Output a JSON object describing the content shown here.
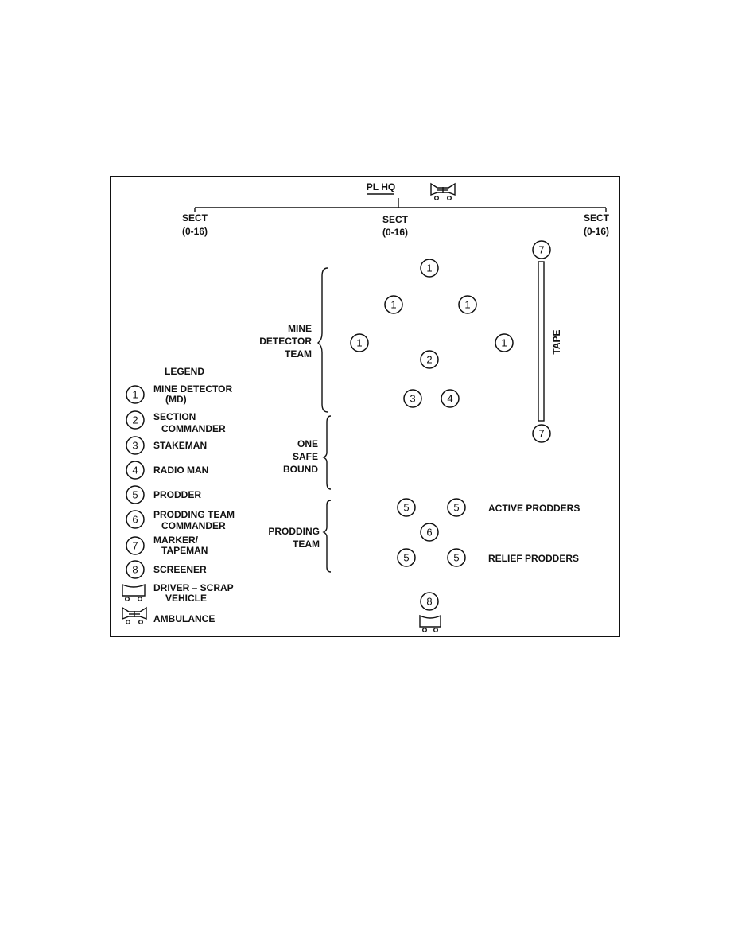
{
  "header": {
    "pl_hq": "PL HQ",
    "sections": [
      {
        "title": "SECT",
        "sub": "(0-16)"
      },
      {
        "title": "SECT",
        "sub": "(0-16)"
      },
      {
        "title": "SECT",
        "sub": "(0-16)"
      }
    ]
  },
  "groups": {
    "mine_detector": [
      "MINE",
      "DETECTOR",
      "TEAM"
    ],
    "safe_bound": [
      "ONE",
      "SAFE",
      "BOUND"
    ],
    "prodding": [
      "PRODDING",
      "TEAM"
    ]
  },
  "tape_label": "TAPE",
  "prodder_rows": {
    "active": "ACTIVE PRODDERS",
    "relief": "RELIEF PRODDERS"
  },
  "legend": {
    "title": "LEGEND",
    "items": [
      {
        "symbol": "1",
        "lines": [
          "MINE DETECTOR",
          "(MD)"
        ]
      },
      {
        "symbol": "2",
        "lines": [
          "SECTION",
          "COMMANDER"
        ]
      },
      {
        "symbol": "3",
        "lines": [
          "STAKEMAN"
        ]
      },
      {
        "symbol": "4",
        "lines": [
          "RADIO MAN"
        ]
      },
      {
        "symbol": "5",
        "lines": [
          "PRODDER"
        ]
      },
      {
        "symbol": "6",
        "lines": [
          "PRODDING TEAM",
          "COMMANDER"
        ]
      },
      {
        "symbol": "7",
        "lines": [
          "MARKER/",
          "TAPEMAN"
        ]
      },
      {
        "symbol": "8",
        "lines": [
          "SCREENER"
        ]
      },
      {
        "symbol": "scrap-vehicle",
        "lines": [
          "DRIVER – SCRAP",
          "VEHICLE"
        ]
      },
      {
        "symbol": "ambulance",
        "lines": [
          "AMBULANCE"
        ]
      }
    ]
  },
  "markers": {
    "mine_detectors": [
      "1",
      "1",
      "1",
      "1",
      "1"
    ],
    "section_commander": "2",
    "stakeman": "3",
    "radio_man": "4",
    "prodders": [
      "5",
      "5",
      "5",
      "5"
    ],
    "prodding_team_commander": "6",
    "markers_tapemen": [
      "7",
      "7"
    ],
    "screener": "8"
  }
}
